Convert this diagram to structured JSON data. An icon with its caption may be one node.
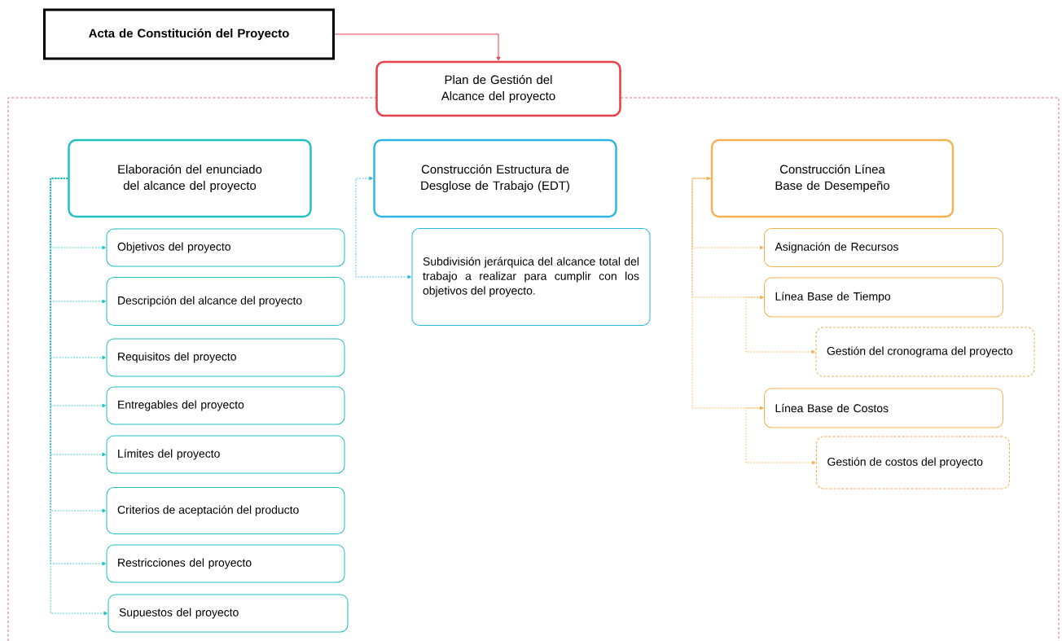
{
  "diagram": {
    "nodes": [
      {
        "text": [
          "Acta de Constitución del Proyecto"
        ]
      },
      {
        "text": [
          "Plan de Gestión del Alcance del proyecto"
        ]
      },
      {
        "text": [
          "Elaboración del enunciado del alcance del proyecto"
        ]
      },
      {
        "text": [
          "Objetivos del proyecto"
        ]
      },
      {
        "text": [
          "Descripción del alcance del proyecto"
        ]
      },
      {
        "text": [
          "Requisitos del proyecto"
        ]
      },
      {
        "text": [
          "Entregables del proyecto"
        ]
      },
      {
        "text": [
          "Límites del proyecto"
        ]
      },
      {
        "text": [
          "Criterios de aceptación del producto"
        ]
      },
      {
        "text": [
          "Restricciones del proyecto"
        ]
      },
      {
        "text": [
          "Supuestos del proyecto"
        ]
      },
      {
        "text": [
          "Construcción Estructura de Desglose de Trabajo (EDT)"
        ]
      },
      {
        "text": [
          "Subdivisión jerárquica del alcance total del trabajo a realizar para cumplir con los objetivos del proyecto."
        ]
      },
      {
        "text": [
          "Construcción Línea Base de Desempeño"
        ]
      },
      {
        "text": [
          "Asignación de Recursos"
        ]
      },
      {
        "text": [
          "Línea Base de Tiempo"
        ]
      },
      {
        "text": [
          "Gestión del cronograma del proyecto"
        ]
      },
      {
        "text": [
          "Línea Base de Costos"
        ]
      },
      {
        "text": [
          "Gestión de costos del proyecto"
        ]
      }
    ],
    "edges": [
      {
        "from": 0,
        "to": 1,
        "arrow": "to",
        "color": "#e8414b"
      },
      {
        "from": 2,
        "to": 3,
        "arrow": "to",
        "style": "dashed"
      },
      {
        "from": 2,
        "to": 4,
        "arrow": "to",
        "style": "dashed"
      },
      {
        "from": 2,
        "to": 5,
        "arrow": "to",
        "style": "dashed"
      },
      {
        "from": 2,
        "to": 6,
        "arrow": "to",
        "style": "dashed"
      },
      {
        "from": 2,
        "to": 7,
        "arrow": "to",
        "style": "dashed"
      },
      {
        "from": 2,
        "to": 8,
        "arrow": "to",
        "style": "dashed"
      },
      {
        "from": 2,
        "to": 9,
        "arrow": "to",
        "style": "dashed"
      },
      {
        "from": 2,
        "to": 10,
        "arrow": "to",
        "style": "dashed"
      },
      {
        "from": 11,
        "to": 12,
        "arrow": "both",
        "style": "dashed",
        "color": "#2cb5e0"
      },
      {
        "from": 13,
        "to": 14,
        "arrow": "both",
        "style": "dashed",
        "color": "#f5b04f"
      },
      {
        "from": 13,
        "to": 15,
        "arrow": "to",
        "style": "dashed",
        "color": "#f5b04f"
      },
      {
        "from": 13,
        "to": 17,
        "arrow": "to",
        "style": "dashed",
        "color": "#f5b04f"
      },
      {
        "from": 15,
        "to": 16,
        "arrow": "to",
        "style": "dashed",
        "color": "#f5b04f"
      },
      {
        "from": 17,
        "to": 18,
        "arrow": "to",
        "style": "dashed",
        "color": "#f5b04f"
      }
    ]
  }
}
